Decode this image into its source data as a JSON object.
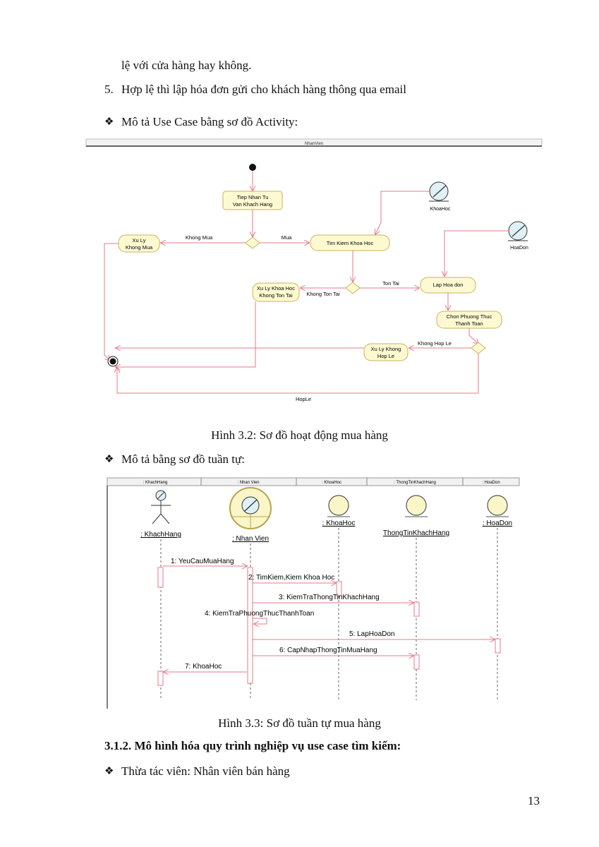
{
  "text": {
    "line1": "lệ với cửa hàng hay không.",
    "item5_num": "5.",
    "item5": "Hợp lệ thì lập hóa đơn gửi cho khách hàng thông qua email",
    "bullet_activity": "Mô tả Use Case bằng sơ đồ Activity:",
    "caption_activity": "Hình 3.2: Sơ đồ hoạt động mua hàng",
    "bullet_sequence": "Mô tả bằng sơ đồ tuần tự:",
    "caption_sequence": "Hình 3.3: Sơ đồ tuần tự mua hàng",
    "heading": "3.1.2. Mô hình hóa quy trình nghiệp vụ use case tìm kiếm:",
    "bullet_actor": "Thừa tác viên: Nhân viên bán hàng",
    "page_number": "13",
    "bullet_glyph": "❖"
  },
  "activity": {
    "swimlane": "NhanVien",
    "act_tiep_nhan_1": "Tiep Nhan Tu",
    "act_tiep_nhan_2": "Van Khach Hang",
    "act_xu_ly_khong_mua_1": "Xu Ly",
    "act_xu_ly_khong_mua_2": "Khong Mua",
    "act_tim_kiem": "Tim Kiem Khoa Hoc",
    "act_khong_ton_tai_1": "Xu Ly Khoa Hoc",
    "act_khong_ton_tai_2": "Khong Ton Tai",
    "act_lap_hoa_don": "Lap Hoa don",
    "act_chon_pt_1": "Chon Phuong Thuc",
    "act_chon_pt_2": "Thanh Toan",
    "act_khong_hop_le_1": "Xu Ly Khong",
    "act_khong_hop_le_2": "Hop Le",
    "obj_khoahoc": "KhoaHoc",
    "obj_hoadon": "HoaDon",
    "lbl_khong_mua": "Khong Mua",
    "lbl_mua": "Mua",
    "lbl_ton_tai": "Ton Tai",
    "lbl_khong_ton_tai": "Khong Ton Tai",
    "lbl_khong_hop_le": "Khong Hop Le",
    "lbl_hople": "HopLe"
  },
  "sequence": {
    "header_khachhang": ": KhachHang",
    "header_nhanvien": ": Nhan Vien",
    "header_khoahoc": ": KhoaHoc",
    "header_thongtin": ": ThongTinKhachHang",
    "header_hoadon": ": HoaDon",
    "obj_khachhang": ": KhachHang",
    "obj_nhanvien": ": Nhan Vien",
    "obj_khoahoc": ": KhoaHoc",
    "obj_thongtin": "ThongTinKhachHang",
    "obj_hoadon": ": HoaDon",
    "msg1": "1: YeuCauMuaHang",
    "msg2": "2: TimKiem,Kiem Khoa Hoc",
    "msg3": "3: KiemTraThongTinKhachHang",
    "msg4": "4: KiemTraPhuongThucThanhToan",
    "msg5": "5: LapHoaDon",
    "msg6": "6: CapNhapThongTinMuaHang",
    "msg7": "7: KhoaHoc"
  },
  "colors": {
    "activity_fill": "#fdfad2",
    "activity_stroke": "#c9b25a",
    "flow": "#e87a8a",
    "object_fill": "#dff1f6",
    "seq_object_fill": "#fbf6c8",
    "seq_stroke": "#b9a450"
  }
}
